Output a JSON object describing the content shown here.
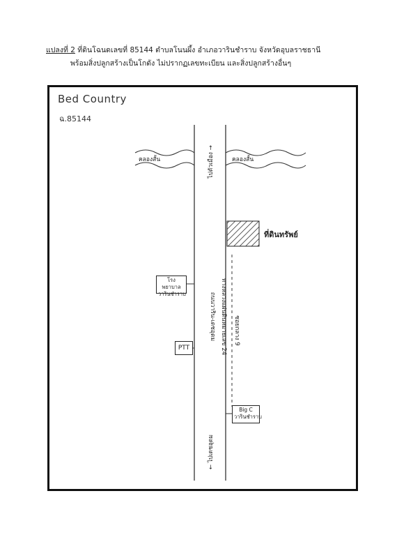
{
  "header": {
    "plot_label": "แปลงที่ 2",
    "line1_rest": " ที่ดินโฉนดเลขที่ 85144 ตำบลโนนผึ้ง อำเภอวารินชำราบ จังหวัดอุบลราชธานี",
    "line2": "พร้อมสิ่งปลูกสร้างเป็นโกดัง ไม่ปรากฏเลขทะเบียน และสิ่งปลูกสร้างอื่นๆ"
  },
  "map": {
    "title": "Bed Country",
    "deed": "ฉ.85144",
    "canal_left": "คลองสั้น",
    "canal_right": "คลองสั้น",
    "road_top_direction": "ไปตัวเมือง →",
    "road_bottom_direction": "← ไปเดชอุดม",
    "highway_name": "ทางหลวงแผ่นดินหมายเลข 24",
    "highway_name_2": "ถนนวาริน-เดชอุดม",
    "soi_label": "ซอยกลาง 9",
    "land_label": "ที่ดินทรัพย์",
    "hospital_line1": "โรงพยาบาล",
    "hospital_line2": "วารินชำราบ",
    "ptt": "PTT",
    "bigc_line1": "Big C",
    "bigc_line2": "วารินชำราบ"
  }
}
